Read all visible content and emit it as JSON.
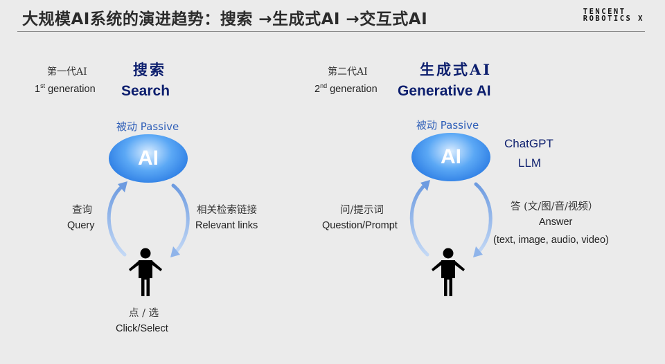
{
  "header": {
    "title": "大规模AI系统的演进趋势：搜索 →生成式AI →交互式AI",
    "logo_line1": "TENCENT",
    "logo_line2": "ROBOTICS X"
  },
  "gen1": {
    "label_cn": "第一代AI",
    "ordinal_num": "1",
    "ordinal_suffix": "st",
    "label_en_rest": " generation",
    "name_cn": "搜索",
    "name_en": "Search",
    "mode": "被动 Passive",
    "ai_text": "AI",
    "left_cn": "查询",
    "left_en": "Query",
    "right_cn": "相关检索链接",
    "right_en": "Relevant links",
    "bottom_cn": "点 / 选",
    "bottom_en": "Click/Select"
  },
  "gen2": {
    "label_cn": "第二代AI",
    "ordinal_num": "2",
    "ordinal_suffix": "nd",
    "label_en_rest": " generation",
    "name_cn": "生成式AI",
    "name_en": "Generative AI",
    "mode": "被动 Passive",
    "ai_text": "AI",
    "tool1": "ChatGPT",
    "tool2": "LLM",
    "left_cn": "问/提示词",
    "left_en": "Question/Prompt",
    "right_cn": "答 (文/图/音/视频）",
    "right_en": "Answer",
    "right_en2": "(text, image, audio, video)"
  },
  "colors": {
    "accent_navy": "#0d1f6e",
    "passive_blue": "#2f5fb8",
    "arrow_blue": "#8fb4ea",
    "ai_blue": "#1163d9"
  },
  "icons": {
    "person": "person-icon",
    "arrow": "curved-arrow-icon"
  }
}
